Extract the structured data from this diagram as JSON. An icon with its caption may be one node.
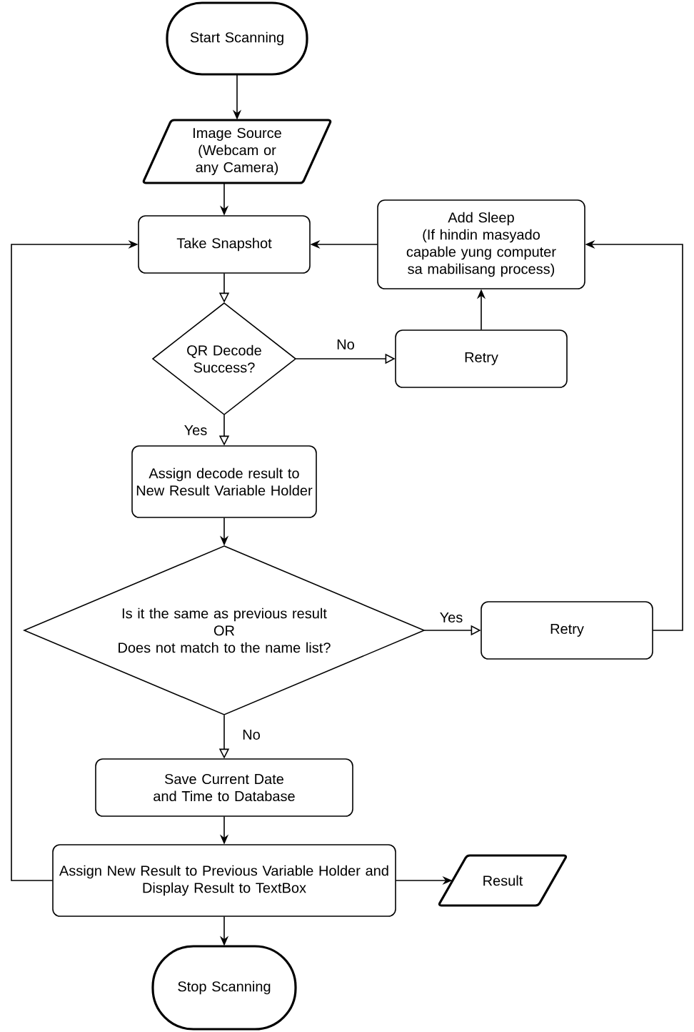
{
  "diagram": {
    "nodes": [
      {
        "text": [
          "Start Scanning"
        ]
      },
      {
        "text": [
          "Image Source (Webcam or any Camera)"
        ]
      },
      {
        "text": [
          "Take Snapshot"
        ]
      },
      {
        "text": [
          "QR Decode Success?"
        ]
      },
      {
        "text": [
          "Retry"
        ]
      },
      {
        "text": [
          "Add Sleep",
          "(If hindin masyado capable yung computer sa mabilisang process)"
        ]
      },
      {
        "text": [
          "Assign decode result to New Result Variable Holder"
        ]
      },
      {
        "text": [
          "Is it the same as previous result",
          "OR",
          "Does not match to the name list?"
        ]
      },
      {
        "text": [
          "Retry"
        ]
      },
      {
        "text": [
          "Save Current Date and Time to Database"
        ]
      },
      {
        "text": [
          "Assign New Result to Previous Variable Holder and",
          "Display Result to TextBox"
        ]
      },
      {
        "text": [
          "Result"
        ]
      },
      {
        "text": [
          "Stop Scanning"
        ]
      }
    ],
    "edges": [
      {
        "from": 0,
        "to": 1,
        "arrow": "to"
      },
      {
        "from": 1,
        "to": 2,
        "arrow": "to"
      },
      {
        "from": 2,
        "to": 3,
        "arrow": "to"
      },
      {
        "from": 3,
        "to": 4,
        "arrow": "to",
        "label": "No"
      },
      {
        "from": 4,
        "to": 5,
        "arrow": "to"
      },
      {
        "from": 5,
        "to": 2,
        "arrow": "to"
      },
      {
        "from": 3,
        "to": 6,
        "arrow": "to",
        "label": "Yes"
      },
      {
        "from": 6,
        "to": 7,
        "arrow": "to"
      },
      {
        "from": 7,
        "to": 8,
        "arrow": "to",
        "label": "Yes"
      },
      {
        "from": 8,
        "to": 5,
        "arrow": "to"
      },
      {
        "from": 7,
        "to": 9,
        "arrow": "to",
        "label": "No"
      },
      {
        "from": 9,
        "to": 10,
        "arrow": "to"
      },
      {
        "from": 10,
        "to": 2,
        "arrow": "to"
      },
      {
        "from": 10,
        "to": 11,
        "arrow": "to"
      },
      {
        "from": 10,
        "to": 12,
        "arrow": "to"
      }
    ]
  }
}
